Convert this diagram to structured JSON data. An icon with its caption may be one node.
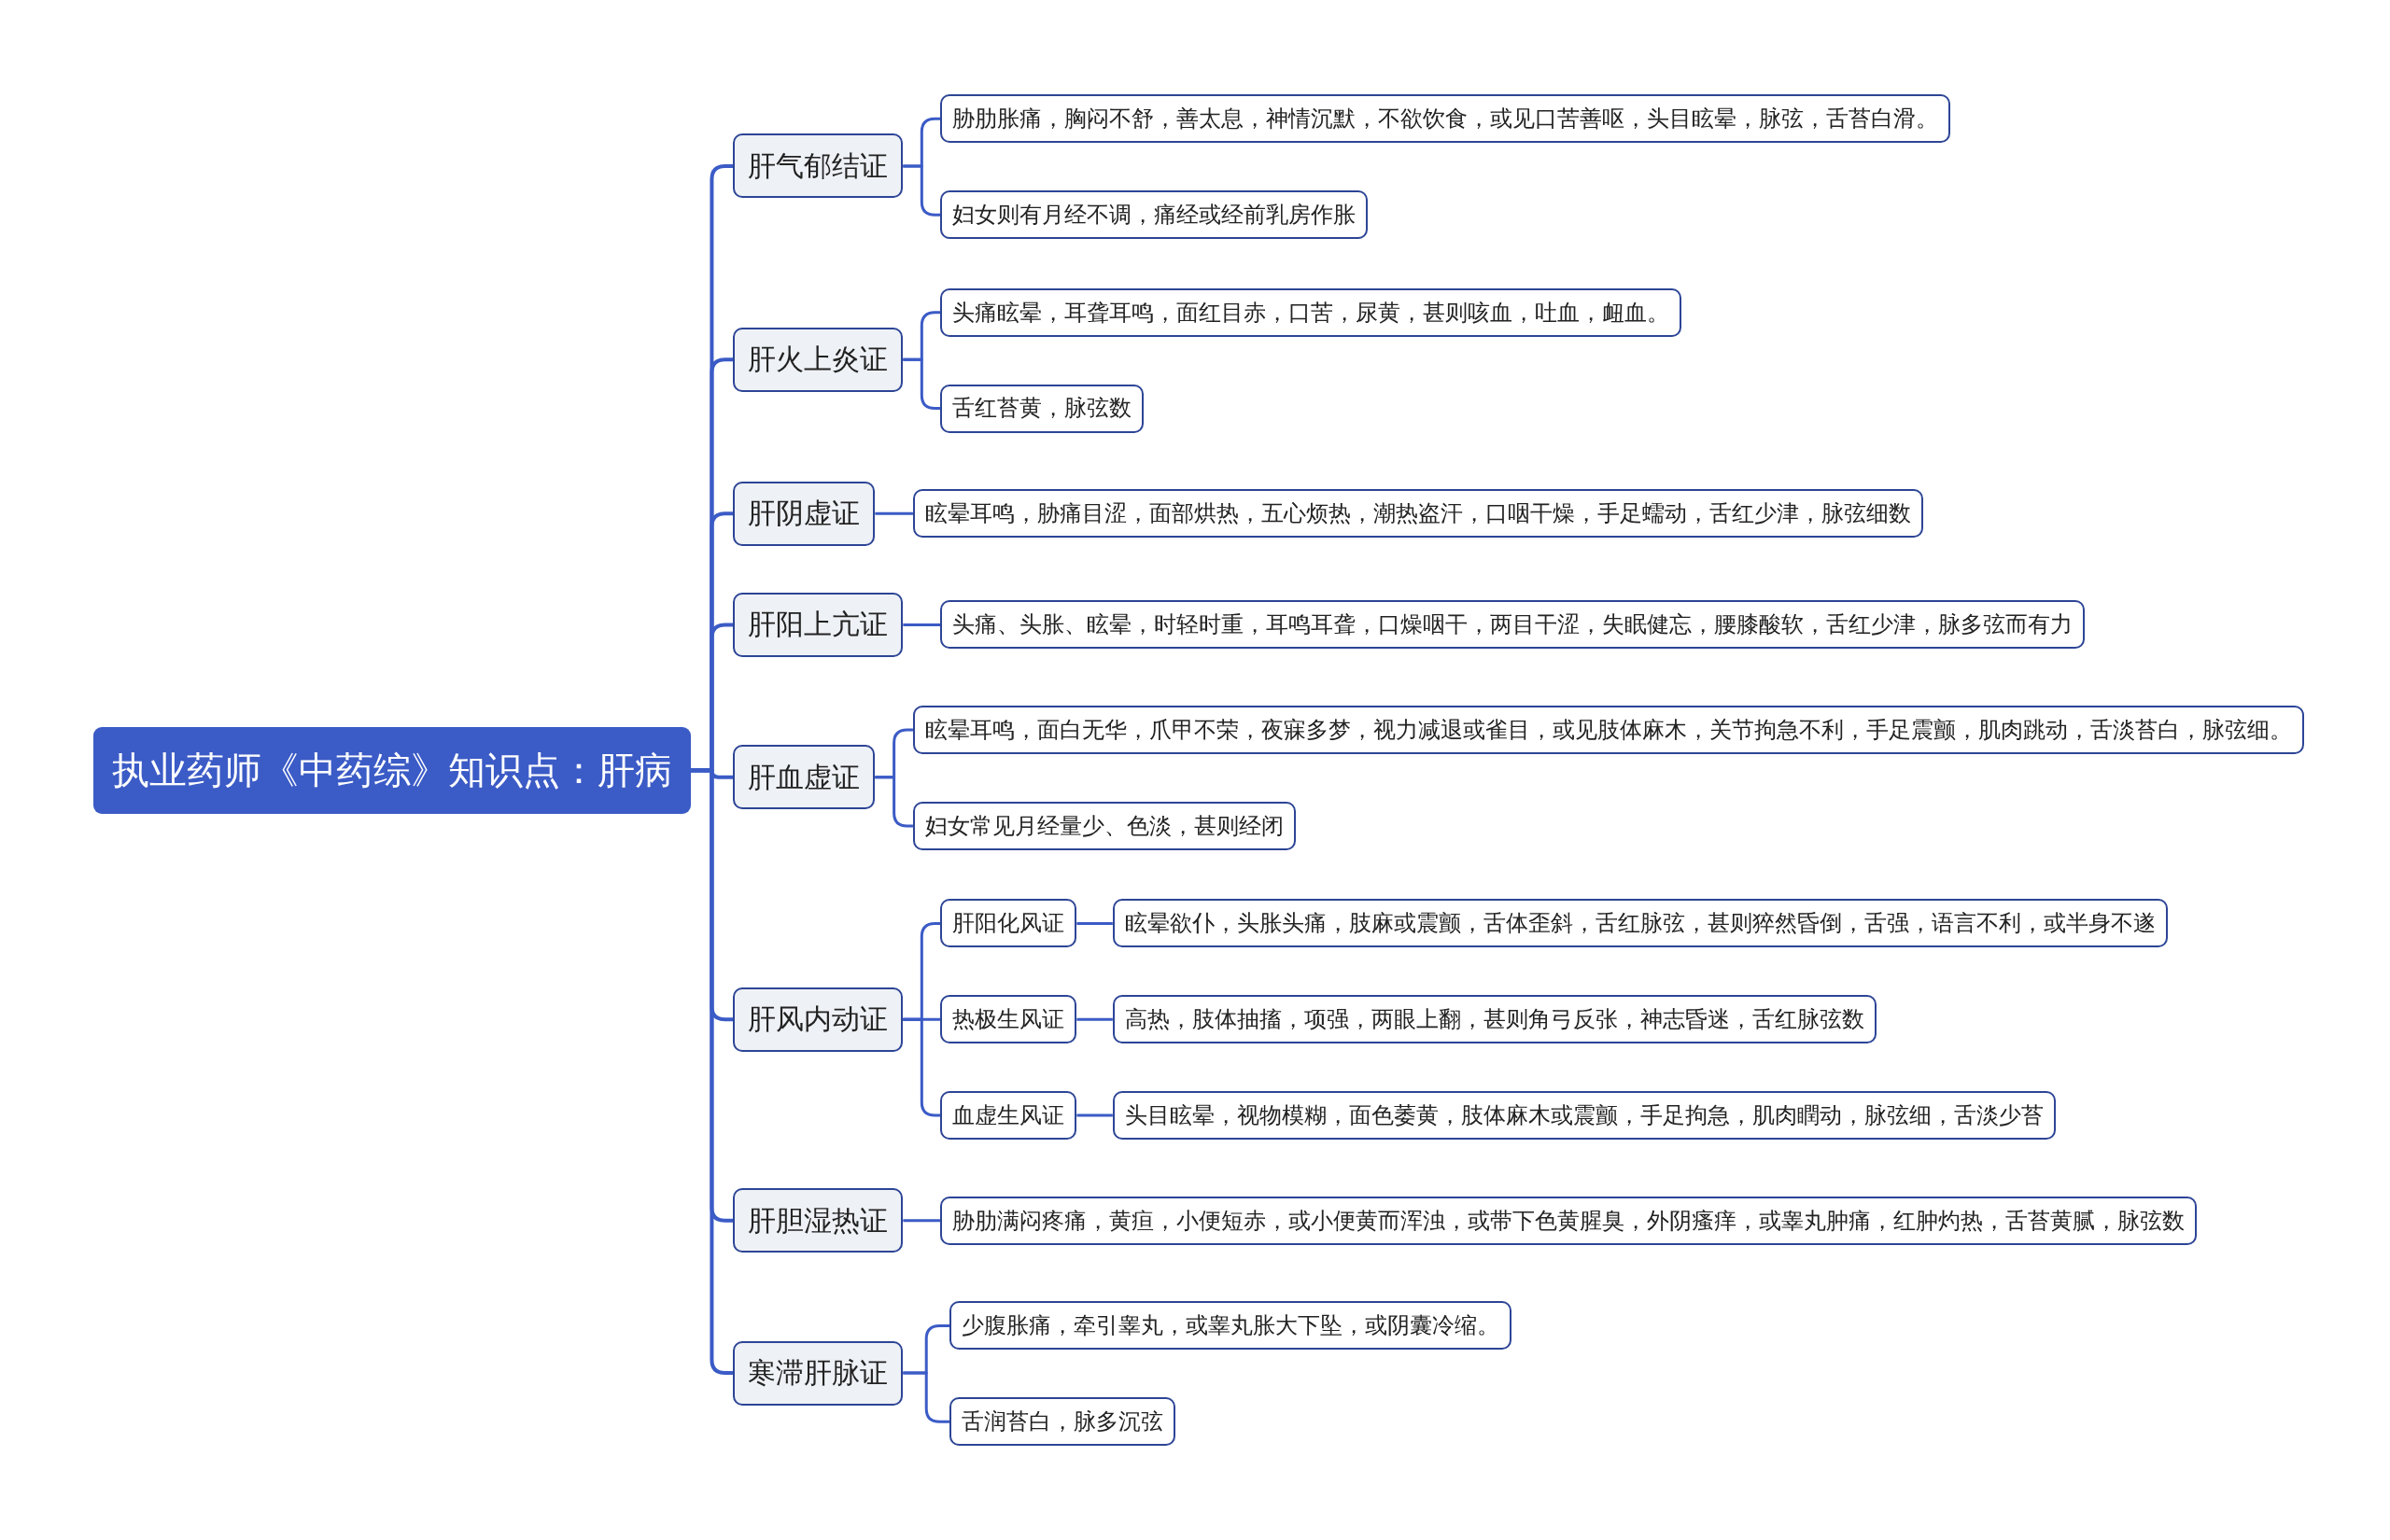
{
  "diagram": {
    "nodes": [
      {
        "text": [
          "执业药师《中药综》知识点：肝病"
        ]
      },
      {
        "text": [
          "肝气郁结证"
        ]
      },
      {
        "text": [
          "胁肋胀痛，胸闷不舒，善太息，神情沉默，不欲饮食，或见口苦善呕，头目眩晕，脉弦，舌苔白滑。"
        ]
      },
      {
        "text": [
          "妇女则有月经不调，痛经或经前乳房作胀"
        ]
      },
      {
        "text": [
          "肝火上炎证"
        ]
      },
      {
        "text": [
          "头痛眩晕，耳聋耳鸣，面红目赤，口苦，尿黄，甚则咳血，吐血，衄血。"
        ]
      },
      {
        "text": [
          "舌红苔黄，脉弦数"
        ]
      },
      {
        "text": [
          "肝阴虚证"
        ]
      },
      {
        "text": [
          "眩晕耳鸣，胁痛目涩，面部烘热，五心烦热，潮热盗汗，口咽干燥，手足蠕动，舌红少津，脉弦细数"
        ]
      },
      {
        "text": [
          "肝阳上亢证"
        ]
      },
      {
        "text": [
          "头痛、头胀、眩晕，时轻时重，耳鸣耳聋，口燥咽干，两目干涩，失眠健忘，腰膝酸软，舌红少津，脉多弦而有力"
        ]
      },
      {
        "text": [
          "肝血虚证"
        ]
      },
      {
        "text": [
          "眩晕耳鸣，面白无华，爪甲不荣，夜寐多梦，视力减退或雀目，或见肢体麻木，关节拘急不利，手足震颤，肌肉跳动，舌淡苔白，脉弦细。"
        ]
      },
      {
        "text": [
          "妇女常见月经量少、色淡，甚则经闭"
        ]
      },
      {
        "text": [
          "肝风内动证"
        ]
      },
      {
        "text": [
          "肝阳化风证"
        ]
      },
      {
        "text": [
          "眩晕欲仆，头胀头痛，肢麻或震颤，舌体歪斜，舌红脉弦，甚则猝然昏倒，舌强，语言不利，或半身不遂"
        ]
      },
      {
        "text": [
          "热极生风证"
        ]
      },
      {
        "text": [
          "高热，肢体抽搐，项强，两眼上翻，甚则角弓反张，神志昏迷，舌红脉弦数"
        ]
      },
      {
        "text": [
          "血虚生风证"
        ]
      },
      {
        "text": [
          "头目眩晕，视物模糊，面色萎黄，肢体麻木或震颤，手足拘急，肌肉瞤动，脉弦细，舌淡少苔"
        ]
      },
      {
        "text": [
          "肝胆湿热证"
        ]
      },
      {
        "text": [
          "胁肋满闷疼痛，黄疸，小便短赤，或小便黄而浑浊，或带下色黄腥臭，外阴瘙痒，或睾丸肿痛，红肿灼热，舌苔黄腻，脉弦数"
        ]
      },
      {
        "text": [
          "寒滞肝脉证"
        ]
      },
      {
        "text": [
          "少腹胀痛，牵引睾丸，或睾丸胀大下坠，或阴囊冷缩。"
        ]
      },
      {
        "text": [
          "舌润苔白，脉多沉弦"
        ]
      }
    ],
    "edges": [
      {
        "from": 0,
        "to": 1,
        "arrow": "none"
      },
      {
        "from": 1,
        "to": 2,
        "arrow": "none"
      },
      {
        "from": 1,
        "to": 3,
        "arrow": "none"
      },
      {
        "from": 0,
        "to": 4,
        "arrow": "none"
      },
      {
        "from": 4,
        "to": 5,
        "arrow": "none"
      },
      {
        "from": 4,
        "to": 6,
        "arrow": "none"
      },
      {
        "from": 0,
        "to": 7,
        "arrow": "none"
      },
      {
        "from": 7,
        "to": 8,
        "arrow": "none"
      },
      {
        "from": 0,
        "to": 9,
        "arrow": "none"
      },
      {
        "from": 9,
        "to": 10,
        "arrow": "none"
      },
      {
        "from": 0,
        "to": 11,
        "arrow": "none"
      },
      {
        "from": 11,
        "to": 12,
        "arrow": "none"
      },
      {
        "from": 11,
        "to": 13,
        "arrow": "none"
      },
      {
        "from": 0,
        "to": 14,
        "arrow": "none"
      },
      {
        "from": 14,
        "to": 15,
        "arrow": "none"
      },
      {
        "from": 15,
        "to": 16,
        "arrow": "none"
      },
      {
        "from": 14,
        "to": 17,
        "arrow": "none"
      },
      {
        "from": 17,
        "to": 18,
        "arrow": "none"
      },
      {
        "from": 14,
        "to": 19,
        "arrow": "none"
      },
      {
        "from": 19,
        "to": 20,
        "arrow": "none"
      },
      {
        "from": 0,
        "to": 21,
        "arrow": "none"
      },
      {
        "from": 21,
        "to": 22,
        "arrow": "none"
      },
      {
        "from": 0,
        "to": 23,
        "arrow": "none"
      },
      {
        "from": 23,
        "to": 24,
        "arrow": "none"
      },
      {
        "from": 23,
        "to": 25,
        "arrow": "none"
      }
    ]
  }
}
